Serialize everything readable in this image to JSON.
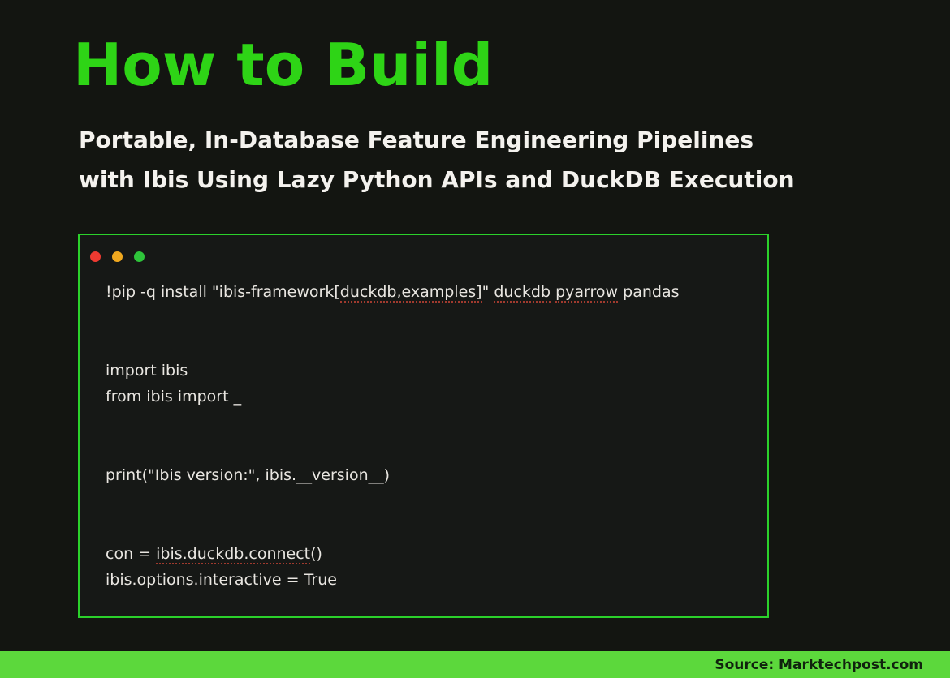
{
  "header": {
    "title": "How to Build",
    "subtitle_line1": "Portable, In-Database Feature Engineering Pipelines",
    "subtitle_line2": "with Ibis Using Lazy Python APIs and DuckDB Execution"
  },
  "colors": {
    "page_background": "#131511",
    "title_green": "#2ed416",
    "subtitle_white": "#f4f2ee",
    "window_border_green": "#2bd12b",
    "window_background": "#161816",
    "code_text": "#e9e6e1",
    "spellcheck_underline": "#a03a2e",
    "footer_green": "#5cd83c",
    "footer_text": "#10230e"
  },
  "code_window": {
    "traffic_lights": [
      {
        "name": "close",
        "color": "#ee3a31"
      },
      {
        "name": "minimize",
        "color": "#f0a81f"
      },
      {
        "name": "zoom",
        "color": "#2ec43a"
      }
    ],
    "lines": [
      {
        "segments": [
          {
            "text": "!pip -q install \"ibis-framework["
          },
          {
            "text": "duckdb,examples]",
            "spellcheck": true
          },
          {
            "text": "\" "
          },
          {
            "text": "duckdb",
            "spellcheck": true
          },
          {
            "text": " "
          },
          {
            "text": "pyarrow",
            "spellcheck": true
          },
          {
            "text": " pandas"
          }
        ]
      },
      {
        "segments": []
      },
      {
        "segments": []
      },
      {
        "segments": [
          {
            "text": "import ibis"
          }
        ]
      },
      {
        "segments": [
          {
            "text": "from ibis import _"
          }
        ]
      },
      {
        "segments": []
      },
      {
        "segments": []
      },
      {
        "segments": [
          {
            "text": "print(\"Ibis version:\", ibis.__version__)"
          }
        ]
      },
      {
        "segments": []
      },
      {
        "segments": []
      },
      {
        "segments": [
          {
            "text": "con = "
          },
          {
            "text": "ibis.duckdb.connect",
            "spellcheck": true
          },
          {
            "text": "()"
          }
        ]
      },
      {
        "segments": [
          {
            "text": "ibis.options.interactive = True"
          }
        ]
      }
    ]
  },
  "footer": {
    "source_label": "Source: Marktechpost.com"
  }
}
